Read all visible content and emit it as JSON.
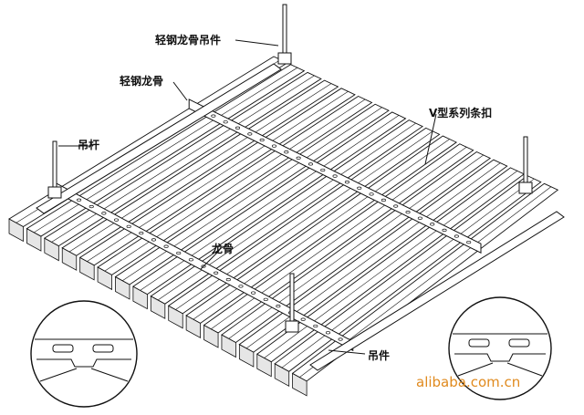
{
  "labels": {
    "hanger_main": "轻钢龙骨吊件",
    "main_keel": "轻钢龙骨",
    "v_strip": "V型系列条扣",
    "rod": "吊杆",
    "keel": "龙骨",
    "hanger": "吊件"
  },
  "watermark": "alibaba.com.cn",
  "colors": {
    "ink": "#111111",
    "fill": "#ffffff",
    "shade": "#e6e6e6",
    "watermark": "#e08a1e"
  },
  "strip_count": 17
}
